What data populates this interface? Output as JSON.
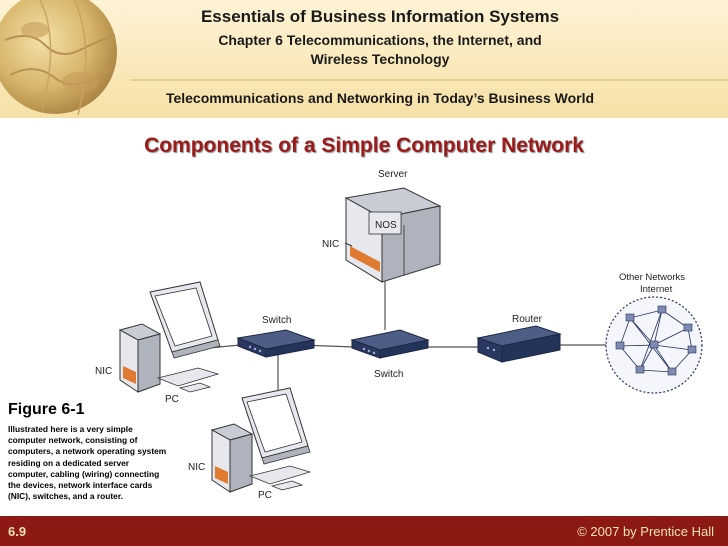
{
  "header": {
    "title": "Essentials of Business Information Systems",
    "subtitle_line1": "Chapter 6 Telecommunications, the Internet, and",
    "subtitle_line2": "Wireless Technology",
    "section": "Telecommunications and Networking in Today’s Business World"
  },
  "slide": {
    "title": "Components of a Simple Computer Network"
  },
  "figure": {
    "number": "Figure 6-1",
    "caption": "Illustrated here is a very simple computer network, consisting of computers, a network operating system residing on a dedicated server computer, cabling (wiring) connecting the devices, network interface cards (NIC), switches, and a router."
  },
  "diagram": {
    "server_label": "Server",
    "nos_label": "NOS",
    "nic_server": "NIC",
    "switch_left": "Switch",
    "switch_right": "Switch",
    "router": "Router",
    "other_networks_line1": "Other Networks",
    "other_networks_line2": "Internet",
    "nic_pc_left": "NIC",
    "pc_left": "PC",
    "nic_pc_bottom": "NIC",
    "pc_bottom": "PC"
  },
  "footer": {
    "slide_number": "6.9",
    "copyright": "© 2007 by Prentice Hall"
  },
  "colors": {
    "title_red": "#9b1b1b",
    "footer_bg": "#8c1a12",
    "header_bg": "#f9e8b8",
    "device_navy": "#23335a",
    "nic_orange": "#e07a30"
  }
}
